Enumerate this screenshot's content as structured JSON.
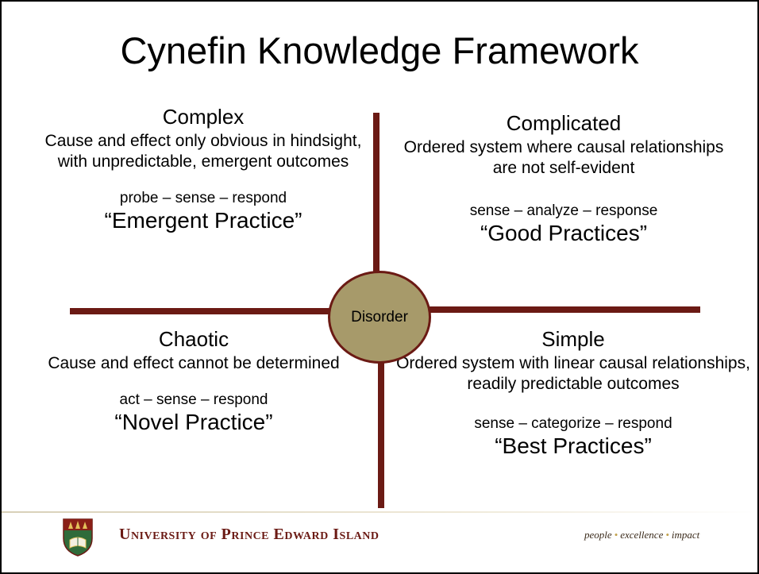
{
  "title": "Cynefin Knowledge Framework",
  "center_label": "Disorder",
  "quadrants": {
    "complex": {
      "title": "Complex",
      "description": "Cause and effect only obvious in hindsight, with unpredictable, emergent outcomes",
      "steps": "probe – sense – respond",
      "practice": "“Emergent Practice”"
    },
    "complicated": {
      "title": "Complicated",
      "description": "Ordered system where causal relationships are not self-evident",
      "steps": "sense – analyze – response",
      "practice": "“Good Practices”"
    },
    "chaotic": {
      "title": "Chaotic",
      "description": "Cause and effect cannot be determined",
      "steps": "act – sense – respond",
      "practice": "“Novel Practice”"
    },
    "simple": {
      "title": "Simple",
      "description": "Ordered system with linear causal relationships, readily predictable outcomes",
      "steps": "sense – categorize – respond",
      "practice": "“Best Practices”"
    }
  },
  "footer": {
    "university": "University of Prince Edward Island",
    "tagline": {
      "word1": "people",
      "word2": "excellence",
      "word3": "impact",
      "separator": "•"
    }
  },
  "colors": {
    "line": "#6b1a14",
    "circle_fill": "#a79a6a",
    "brand": "#6b1a14"
  }
}
